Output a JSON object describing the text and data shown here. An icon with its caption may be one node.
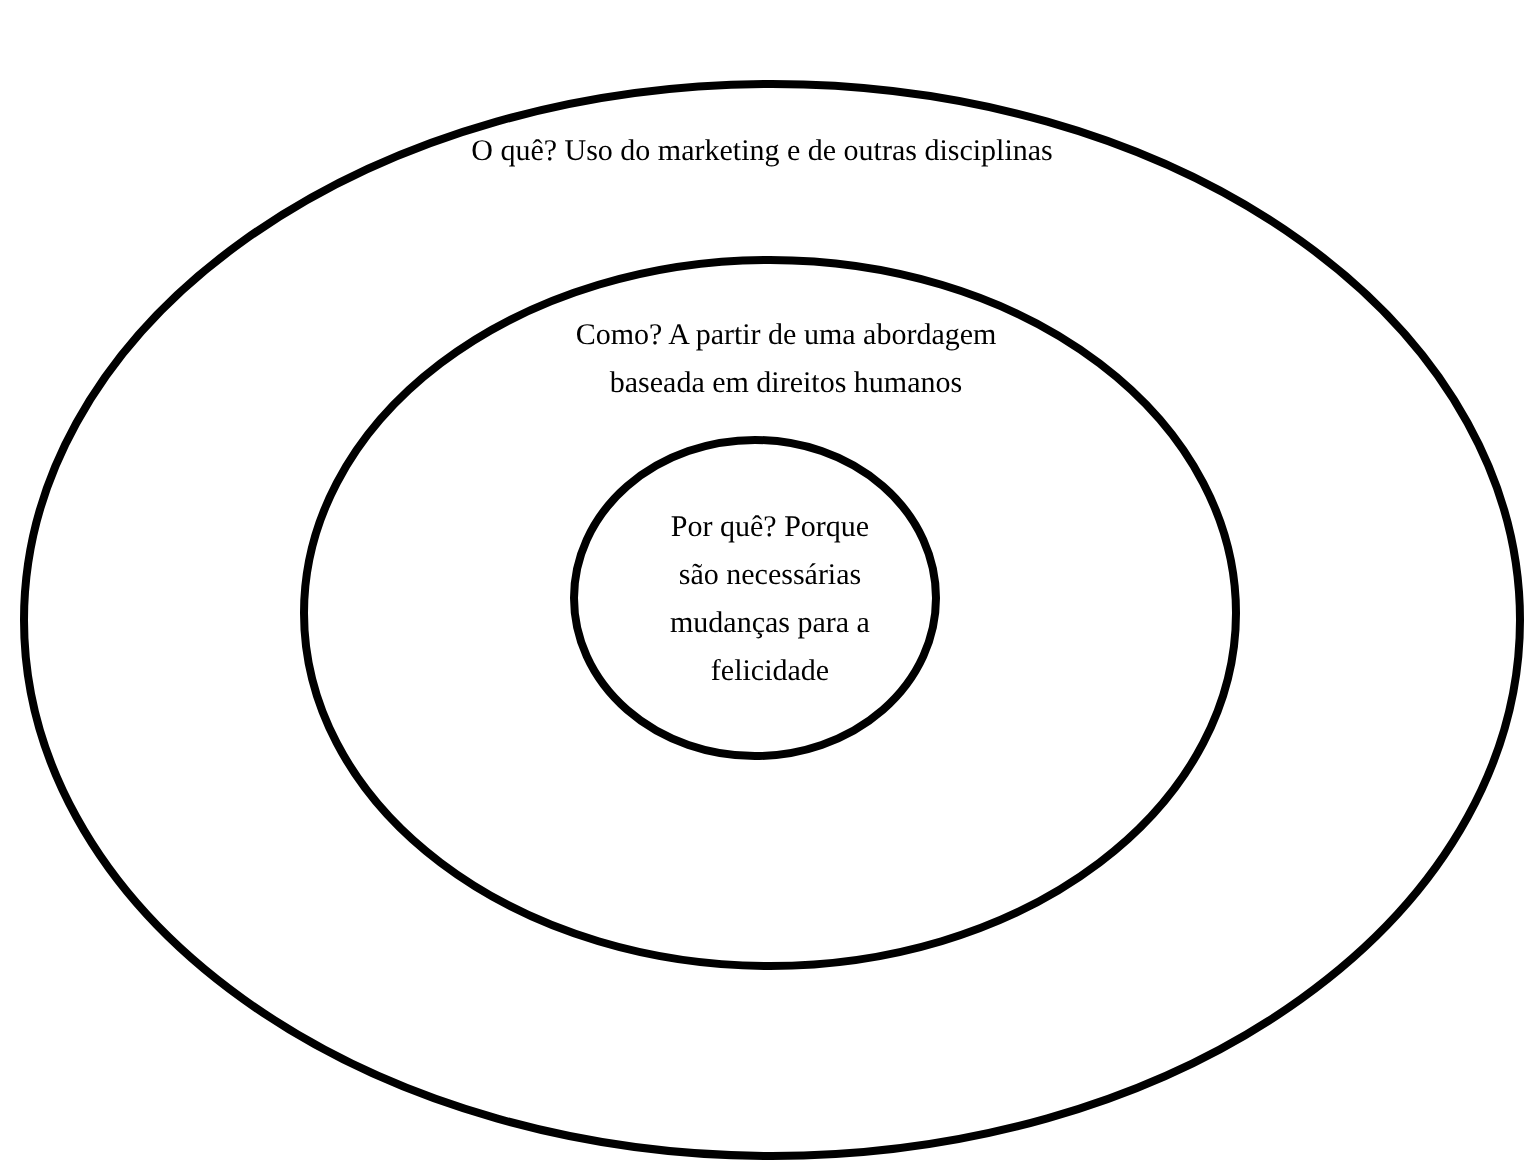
{
  "diagram": {
    "nodes": [
      {
        "text": [
          "O quê? Uso do marketing e de outras disciplinas"
        ]
      },
      {
        "text": [
          "Como? A partir de uma abordagem baseada em direitos humanos"
        ],
        "in": 0
      },
      {
        "text": [
          "Por quê? Porque são necessárias mudanças para a felicidade"
        ],
        "in": 1
      }
    ]
  }
}
